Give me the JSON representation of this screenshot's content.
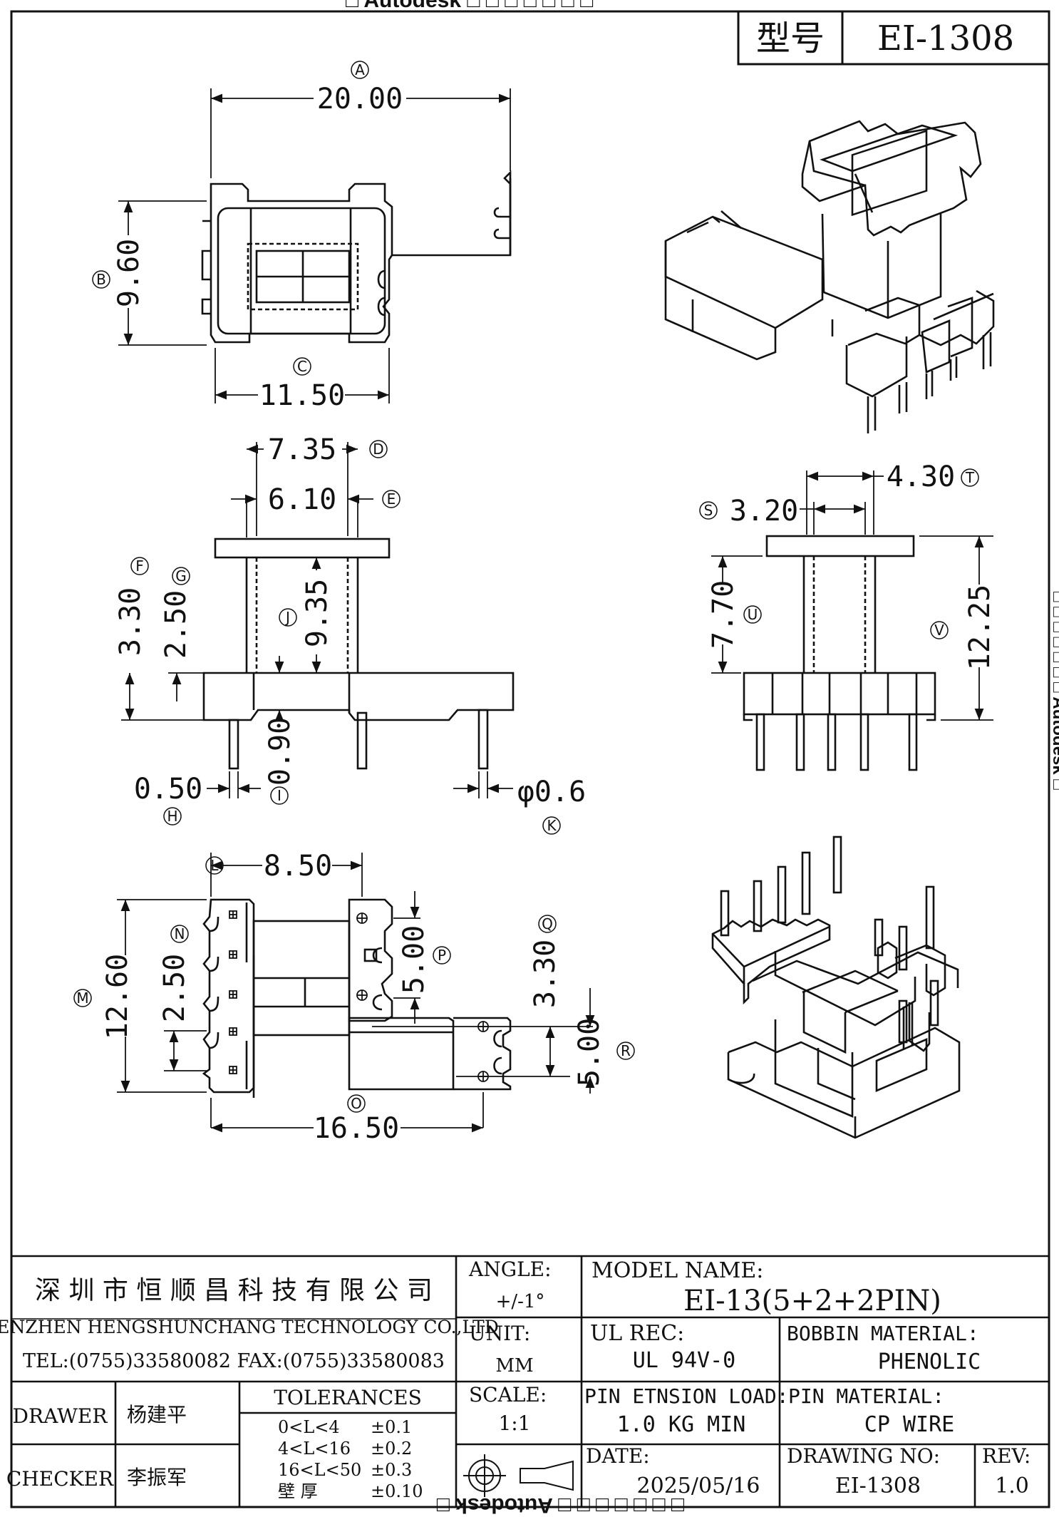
{
  "watermark": {
    "top": "□ Autodesk □ □ □ □ □ □ □",
    "bottom": "□ □ □ □ □ □ □ Autodesk □",
    "side": "□ □ □ □ □ □ □ Autodesk □"
  },
  "header": {
    "model_label": "型号",
    "model_value": "EI-1308"
  },
  "top_view": {
    "dim_a": {
      "label": "A",
      "value": "20.00"
    },
    "dim_b": {
      "label": "B",
      "value": "9.60"
    },
    "dim_c": {
      "label": "C",
      "value": "11.50"
    }
  },
  "front_view": {
    "dim_d": {
      "label": "D",
      "value": "7.35"
    },
    "dim_e": {
      "label": "E",
      "value": "6.10"
    },
    "dim_f": {
      "label": "F",
      "value": "3.30"
    },
    "dim_g": {
      "label": "G",
      "value": "2.50"
    },
    "dim_j": {
      "label": "J",
      "value": "9.35"
    },
    "dim_i": {
      "label": "I",
      "value": "0.90"
    },
    "dim_h": {
      "label": "H",
      "value": "0.50"
    },
    "dim_k": {
      "label": "K",
      "value": "φ0.6"
    }
  },
  "side_view": {
    "dim_s": {
      "label": "S",
      "value": "3.20"
    },
    "dim_t": {
      "label": "T",
      "value": "4.30"
    },
    "dim_u": {
      "label": "U",
      "value": "7.70"
    },
    "dim_v": {
      "label": "V",
      "value": "12.25"
    }
  },
  "bottom_view": {
    "dim_l": {
      "label": "L",
      "value": "8.50"
    },
    "dim_m": {
      "label": "M",
      "value": "12.60"
    },
    "dim_n": {
      "label": "N",
      "value": "2.50"
    },
    "dim_p": {
      "label": "P",
      "value": "5.00"
    },
    "dim_q": {
      "label": "Q",
      "value": "3.30"
    },
    "dim_r": {
      "label": "R",
      "value": "5.00"
    },
    "dim_o": {
      "label": "O",
      "value": "16.50"
    }
  },
  "title_block": {
    "company_cn": "深 圳 市 恒 顺 昌 科 技 有 限 公 司",
    "company_en": "SHENZHEN HENGSHUNCHANG TECHNOLOGY CO.,LTD",
    "contact": "TEL:(0755)33580082  FAX:(0755)33580083",
    "angle_label": "ANGLE:",
    "angle_value": "+/-1°",
    "model_name_label": "MODEL NAME:",
    "model_name_value": "EI-13(5+2+2PIN)",
    "unit_label": "UNIT:",
    "unit_value": "MM",
    "ul_label": "UL REC:",
    "ul_value": "UL 94V-0",
    "bobbin_label": "BOBBIN MATERIAL:",
    "bobbin_value": "PHENOLIC",
    "drawer_label": "DRAWER",
    "drawer_value": "杨建平",
    "checker_label": "CHECKER",
    "checker_value": "李振军",
    "tolerances_label": "TOLERANCES",
    "tolerances": [
      {
        "range": "0<L<4",
        "value": "±0.1"
      },
      {
        "range": "4<L<16",
        "value": "±0.2"
      },
      {
        "range": "16<L<50",
        "value": "±0.3"
      },
      {
        "range": "壁    厚",
        "value": "±0.10"
      }
    ],
    "scale_label": "SCALE:",
    "scale_value": "1:1",
    "pin_load_label": "PIN ETNSION LOAD:",
    "pin_load_value": "1.0 KG MIN",
    "pin_material_label": "PIN MATERIAL:",
    "pin_material_value": "CP WIRE",
    "date_label": "DATE:",
    "date_value": "2025/05/16",
    "drawing_no_label": "DRAWING NO:",
    "drawing_no_value": "EI-1308",
    "rev_label": "REV:",
    "rev_value": "1.0"
  }
}
